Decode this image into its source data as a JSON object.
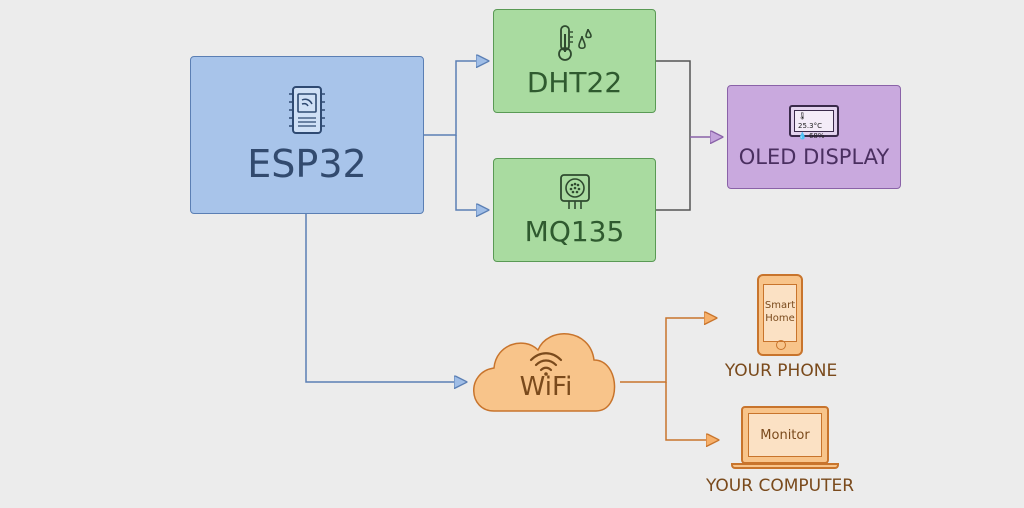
{
  "nodes": {
    "esp32": {
      "label": "ESP32"
    },
    "dht22": {
      "label": "DHT22"
    },
    "mq135": {
      "label": "MQ135"
    },
    "oled": {
      "label": "OLED DISPLAY",
      "screen_temp": "25.3°C",
      "screen_humidity": "68%"
    },
    "wifi": {
      "label": "WiFi"
    },
    "phone": {
      "label": "YOUR PHONE",
      "screen_text_line1": "Smart",
      "screen_text_line2": "Home"
    },
    "computer": {
      "label": "YOUR COMPUTER",
      "screen_text": "Monitor"
    }
  },
  "icons": {
    "esp32": "chip-icon",
    "dht22": "thermometer-droplet-icon",
    "mq135": "gas-sensor-icon",
    "oled": "display-icon",
    "wifi": "wifi-icon",
    "phone": "smartphone-icon",
    "computer": "laptop-icon"
  },
  "colors": {
    "background": "#ececec",
    "esp_fill": "#a8c4ea",
    "sensor_fill": "#a9dba0",
    "display_fill": "#c9a9de",
    "wifi_fill": "#f8c48a",
    "link_blue": "#5b7fb4",
    "link_orange": "#c8742c"
  }
}
